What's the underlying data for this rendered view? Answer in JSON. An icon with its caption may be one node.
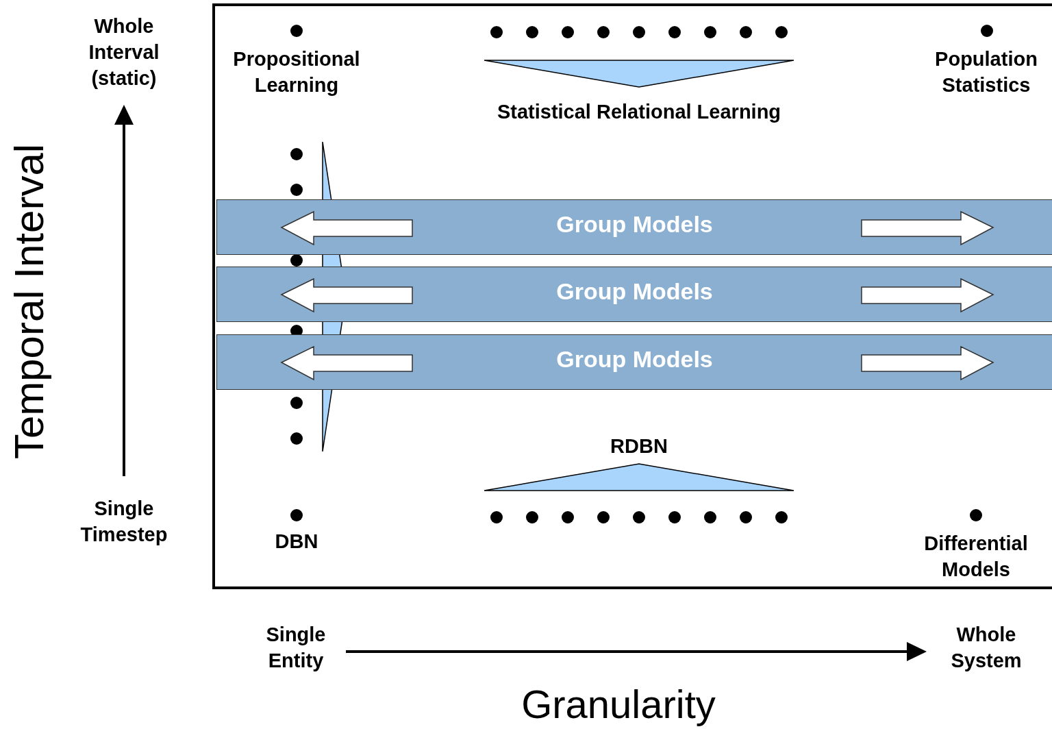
{
  "diagram": {
    "nodes": [
      {
        "text": [],
        "shape": "box"
      },
      {
        "text": [
          "Statistical Relational Learning"
        ],
        "in": 0
      },
      {
        "text": [],
        "shape": "triangle",
        "in": 0
      },
      {
        "text": [
          "Group Models"
        ],
        "in": 0
      },
      {
        "text": [
          "Group Models"
        ],
        "in": 0
      },
      {
        "text": [
          "Group Models"
        ],
        "in": 0
      },
      {
        "text": [
          "RDBN"
        ],
        "in": 0
      }
    ],
    "edges": [],
    "labels": [
      "Whole Interval (static)",
      "Propositional Learning",
      "Population Statistics",
      "Temporal Interval",
      "Single Timestep",
      "DBN",
      "Differential Models",
      "Single Entity",
      "Whole System",
      "Granularity"
    ]
  }
}
